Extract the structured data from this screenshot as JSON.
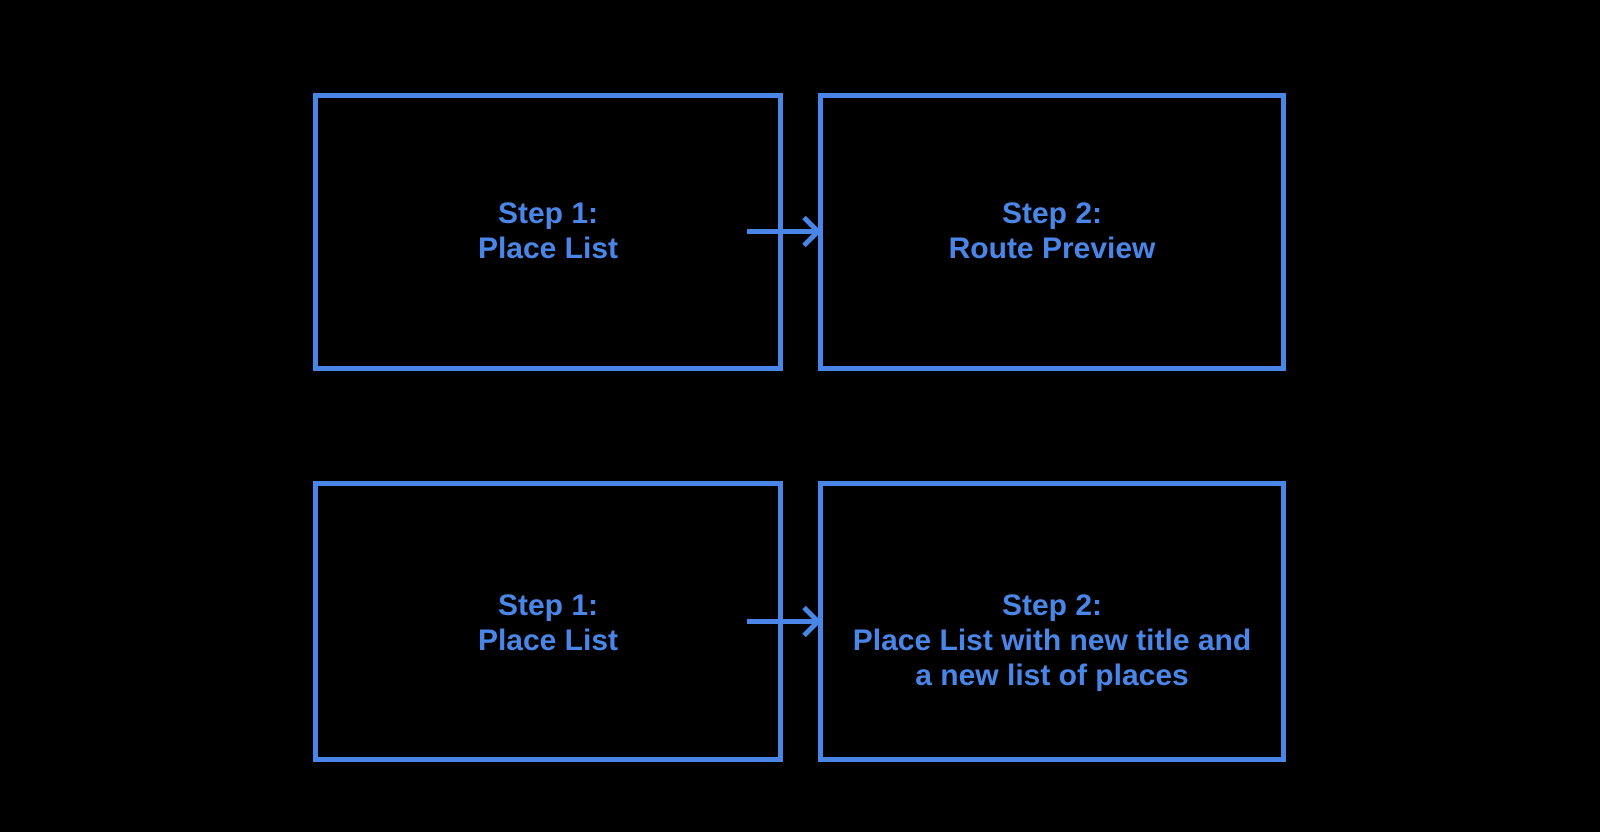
{
  "canvas": {
    "background": "#000000",
    "accent_color": "#4a86e8"
  },
  "flows": [
    {
      "step1": {
        "lines": [
          "Step 1:",
          "Place List"
        ]
      },
      "step2": {
        "lines": [
          "Step 2:",
          "Route Preview"
        ]
      }
    },
    {
      "step1": {
        "lines": [
          "Step 1:",
          "Place List"
        ]
      },
      "step2": {
        "lines": [
          "Step 2:",
          "Place List with new title and",
          "a new list of places"
        ]
      }
    }
  ]
}
